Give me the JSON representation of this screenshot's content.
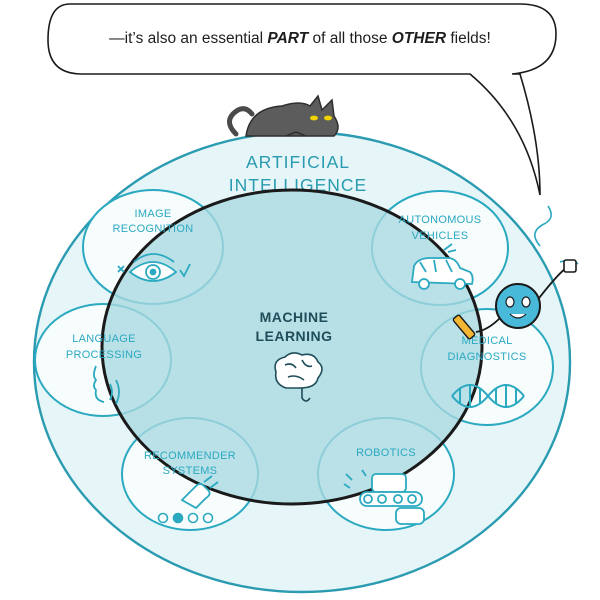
{
  "speech": {
    "prefix": "—it’s also an essential ",
    "em1": "PART",
    "middle": " of all those ",
    "em2": "OTHER",
    "suffix": " fields!"
  },
  "outer_label": [
    "ARTIFICIAL",
    "INTELLIGENCE"
  ],
  "center_label": [
    "MACHINE",
    "LEARNING"
  ],
  "fields": [
    {
      "id": "image-recognition",
      "lines": [
        "IMAGE",
        "RECOGNITION"
      ]
    },
    {
      "id": "autonomous-vehicles",
      "lines": [
        "AUTONOMOUS",
        "VEHICLES"
      ]
    },
    {
      "id": "language-processing",
      "lines": [
        "LANGUAGE",
        "PROCESSING"
      ]
    },
    {
      "id": "medical-diagnostics",
      "lines": [
        "MEDICAL",
        "DIAGNOSTICS"
      ]
    },
    {
      "id": "recommender-systems",
      "lines": [
        "RECOMMENDER",
        "SYSTEMS"
      ]
    },
    {
      "id": "robotics",
      "lines": [
        "ROBOTICS"
      ]
    }
  ],
  "colors": {
    "outer_fill": "#e5f5f8",
    "outer_stroke": "#2a9bb0",
    "ml_fill": "#a9d8e0",
    "ml_stroke": "#1a1a1a",
    "field_stroke": "#2aa9c0",
    "cat": "#5c5c5c",
    "robot": "#49b9da"
  }
}
